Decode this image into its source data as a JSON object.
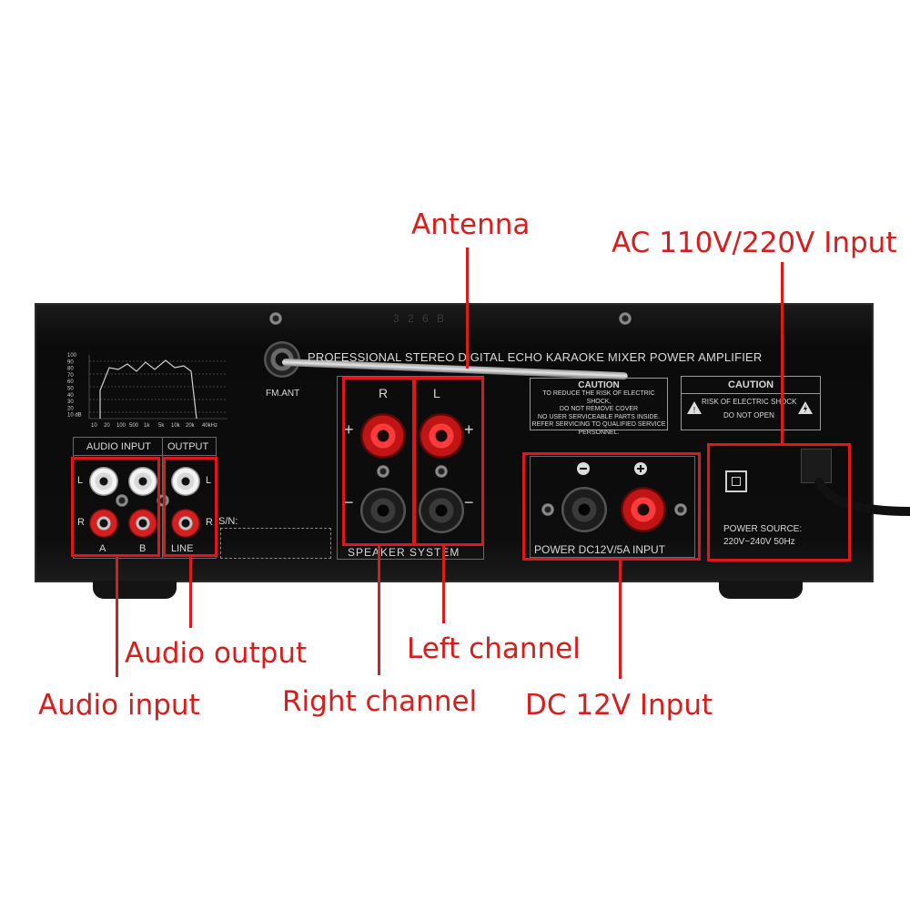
{
  "callouts": {
    "antenna": "Antenna",
    "ac_input": "AC 110V/220V Input",
    "audio_output": "Audio output",
    "left_channel": "Left channel",
    "audio_input": "Audio input",
    "right_channel": "Right channel",
    "dc_input": "DC 12V Input"
  },
  "panel": {
    "fm_ant": "FM.ANT",
    "title": "PROFESSIONAL STEREO DIGITAL ECHO KARAOKE MIXER POWER AMPLIFIER",
    "model": "3 2 6 B",
    "audio_input": "AUDIO INPUT",
    "output": "OUTPUT",
    "label_a": "A",
    "label_b": "B",
    "label_line": "LINE",
    "label_l": "L",
    "label_r": "R",
    "sn": "S/N:",
    "speaker_system": "SPEAKER SYSTEM",
    "plus": "+",
    "minus": "−",
    "caution1_title": "CAUTION",
    "caution1_lines": [
      "TO REDUCE THE RISK OF ELECTRIC SHOCK,",
      "DO NOT REMOVE COVER",
      "NO USER SERVICEABLE PARTS INSIDE.",
      "REFER SERVICING TO QUALIFIED SERVICE",
      "PERSONNEL."
    ],
    "caution2_title": "CAUTION",
    "caution2_line1": "RISK OF ELECTRIC SHOCK",
    "caution2_line2": "DO NOT OPEN",
    "power_dc": "POWER DC12V/5A INPUT",
    "power_source": "POWER SOURCE:",
    "power_source_value": "220V~240V  50Hz",
    "graph_y_ticks": [
      "100",
      "90",
      "80",
      "70",
      "60",
      "50",
      "40",
      "30",
      "20",
      "10 dB"
    ],
    "graph_x_ticks": [
      "10",
      "20",
      "100",
      "500",
      "1k",
      "5k",
      "10k",
      "20k",
      "40kHz"
    ]
  },
  "colors": {
    "callout_red": "#d81d1d",
    "panel_black": "#0c0c0c"
  }
}
